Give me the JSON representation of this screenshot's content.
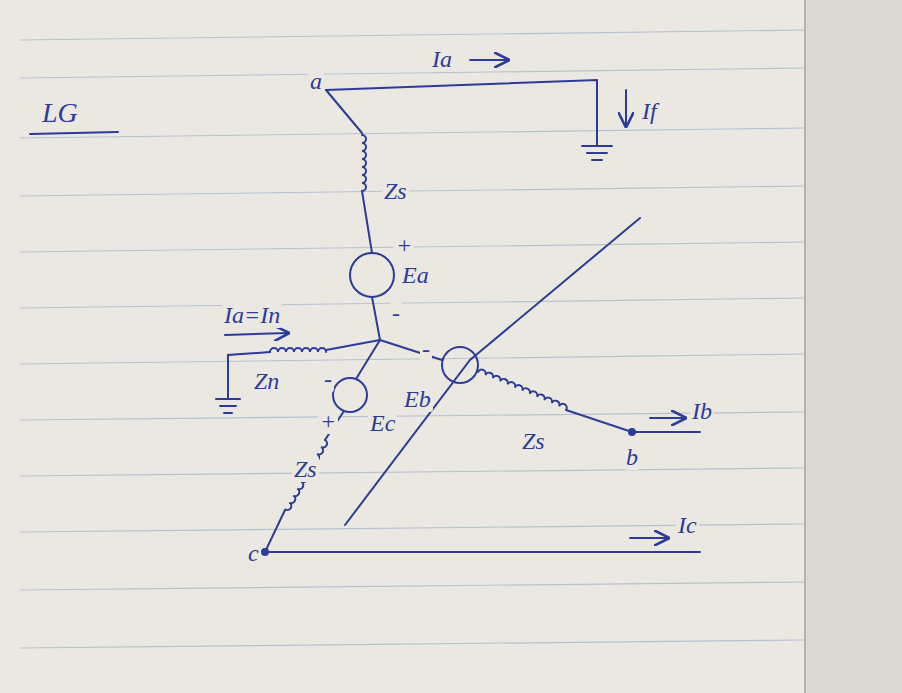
{
  "diagram": {
    "title": "LG",
    "labels": [
      "a",
      "Ia",
      "If",
      "Zs",
      "+",
      "Ea",
      "-",
      "Ia=In",
      "Zn",
      "-",
      "Ec",
      "+",
      "-",
      "Eb",
      "Zs",
      "Ib",
      "b",
      "Zs",
      "c",
      "Ic"
    ]
  }
}
